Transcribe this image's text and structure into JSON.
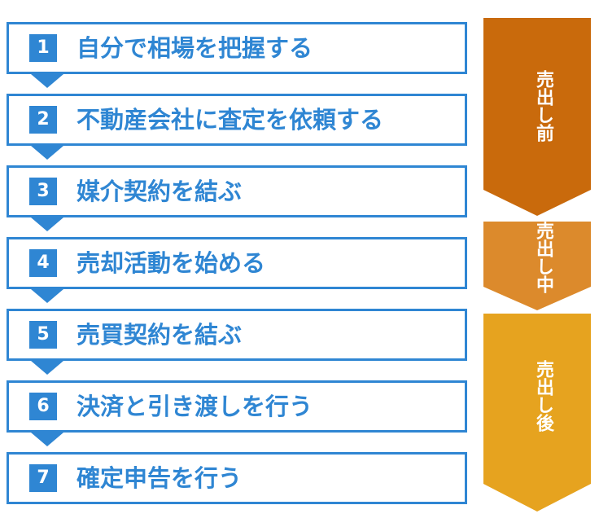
{
  "steps": [
    {
      "number": "1",
      "label": "自分で相場を把握する"
    },
    {
      "number": "2",
      "label": "不動産会社に査定を依頼する"
    },
    {
      "number": "3",
      "label": "媒介契約を結ぶ"
    },
    {
      "number": "4",
      "label": "売却活動を始める"
    },
    {
      "number": "5",
      "label": "売買契約を結ぶ"
    },
    {
      "number": "6",
      "label": "決済と引き渡しを行う"
    },
    {
      "number": "7",
      "label": "確定申告を行う"
    }
  ],
  "phases": [
    {
      "label": "売出し前",
      "color": "#c96a0c"
    },
    {
      "label": "売出し中",
      "color": "#dc8a2c"
    },
    {
      "label": "売出し後",
      "color": "#e6a31f"
    }
  ],
  "colors": {
    "step_accent": "#2f86d3",
    "step_background": "#ffffff"
  }
}
